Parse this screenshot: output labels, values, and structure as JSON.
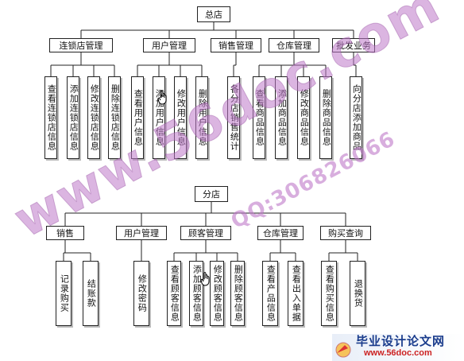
{
  "diagram": {
    "top": {
      "root": "总店",
      "groups": [
        {
          "label": "连锁店管理",
          "children": [
            "查看连锁店信息",
            "添加连锁店信息",
            "修改连锁店信息",
            "删除连锁店信息"
          ]
        },
        {
          "label": "用户管理",
          "children": [
            "查看用户信息",
            "添加用户信息",
            "修改用户信息",
            "删除用户信息"
          ]
        },
        {
          "label": "销售管理",
          "children": [
            "各分店销售统计"
          ]
        },
        {
          "label": "仓库管理",
          "children": [
            "查看商品信息",
            "添加商品信息",
            "修改商品信息",
            "删除商品信息"
          ]
        },
        {
          "label": "批发业务",
          "children": [
            "向分店添加商品"
          ]
        }
      ]
    },
    "bottom": {
      "root": "分店",
      "groups": [
        {
          "label": "销售",
          "children": [
            "记录购买",
            "结账款"
          ]
        },
        {
          "label": "用户管理",
          "children": [
            "修改密码"
          ]
        },
        {
          "label": "顾客管理",
          "children": [
            "查看顾客信息",
            "添加顾客信息",
            "修改顾客信息",
            "删除顾客信息"
          ]
        },
        {
          "label": "仓库管理",
          "children": [
            "查看产品信息",
            "查看出入单据"
          ]
        },
        {
          "label": "购买查询",
          "children": [
            "查看购买信息",
            "退换货"
          ]
        }
      ]
    }
  },
  "watermark": {
    "site": "www.56doc.com",
    "qq": "QQ:306826066"
  },
  "footer": {
    "title": "毕业设计论文网",
    "url": "www.56doc.com"
  },
  "colors": {
    "watermark": "#c07ac8",
    "footer_title": "#1a3c8c",
    "footer_url": "#cc2222",
    "line": "#222222"
  },
  "icons": [
    "hand-cursor-icon",
    "footer-logo-icon"
  ]
}
